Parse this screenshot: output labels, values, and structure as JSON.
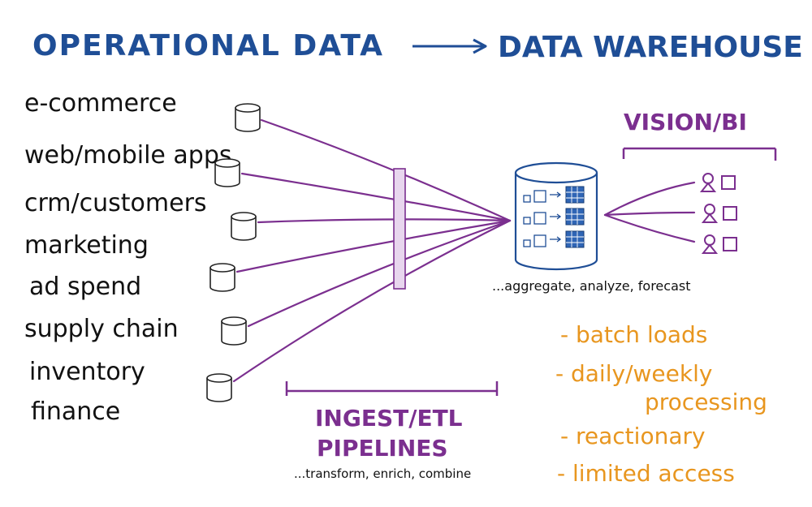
{
  "title": {
    "left": "OPERATIONAL DATA",
    "right": "DATA WAREHOUSE"
  },
  "sources": [
    "e-commerce",
    "web/mobile apps",
    "crm/customers",
    "marketing",
    "ad spend",
    "supply chain",
    "inventory",
    "finance"
  ],
  "pipeline": {
    "label_line1": "INGEST/ETL",
    "label_line2": "PIPELINES",
    "caption": "...transform, enrich, combine"
  },
  "warehouse": {
    "caption": "...aggregate, analyze, forecast"
  },
  "vision": {
    "label": "VISION/BI"
  },
  "traits": [
    "- batch loads",
    "- daily/weekly",
    "processing",
    "- reactionary",
    "- limited access"
  ],
  "colors": {
    "title": "#1f4e96",
    "purple": "#7b2f8f",
    "orange": "#e8961f",
    "ink": "#111111",
    "warehouse": "#1f4e96"
  }
}
